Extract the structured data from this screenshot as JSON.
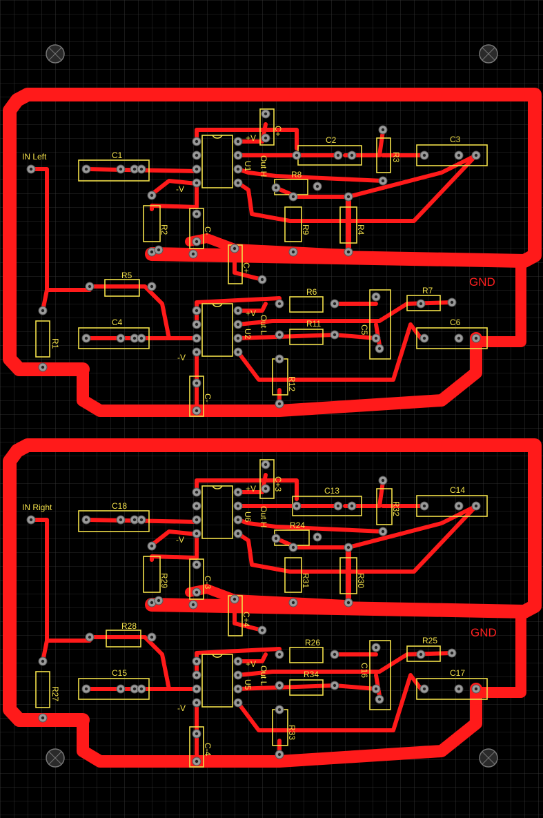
{
  "board": {
    "inputs": {
      "left": "IN Left",
      "right": "IN Right"
    },
    "gnd_label": "GND",
    "rail_labels": {
      "pos": "+V",
      "neg": "-V",
      "out_h": "Out H",
      "out_l": "Out L"
    },
    "colors": {
      "background": "#000000",
      "copper": "#ff1a1a",
      "silkscreen": "#f2e04a",
      "pad": "#9a9a9a"
    },
    "left_channel": {
      "opamps": [
        "U1",
        "U2"
      ],
      "capacitors": [
        "C1",
        "C2",
        "C3",
        "C4",
        "C5",
        "C6",
        "C+",
        "C-",
        "C+",
        "C-"
      ],
      "resistors": [
        "R1",
        "R2",
        "R3",
        "R4",
        "R5",
        "R6",
        "R7",
        "R8",
        "R9",
        "R11",
        "R12"
      ]
    },
    "right_channel": {
      "opamps": [
        "U6",
        "U5"
      ],
      "capacitors": [
        "C18",
        "C13",
        "C14",
        "C15",
        "C16",
        "C17",
        "C+3",
        "C-3",
        "C+4",
        "C-4"
      ],
      "resistors": [
        "R27",
        "R29",
        "R32",
        "R30",
        "R28",
        "R26",
        "R25",
        "R24",
        "R31",
        "R34",
        "R33"
      ]
    }
  }
}
